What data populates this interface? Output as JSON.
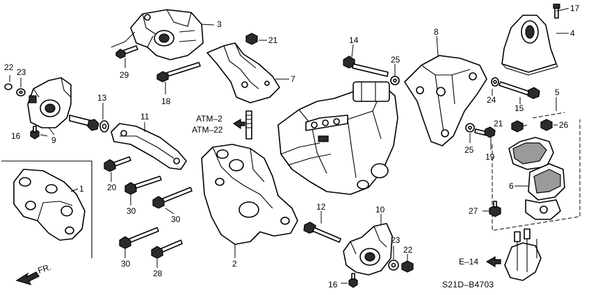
{
  "diagram": {
    "code": "S21D–B4703",
    "references": {
      "atm_2": "ATM–2",
      "atm_22": "ATM–22",
      "e_14": "E–14",
      "fr": "FR."
    },
    "callouts": {
      "c1": "1",
      "c2": "2",
      "c3": "3",
      "c4": "4",
      "c5": "5",
      "c6": "6",
      "c7": "7",
      "c8": "8",
      "c9": "9",
      "c10": "10",
      "c11": "11",
      "c12": "12",
      "c13": "13",
      "c14": "14",
      "c15": "15",
      "c16a": "16",
      "c16b": "16",
      "c17": "17",
      "c18": "18",
      "c19": "19",
      "c20": "20",
      "c21a": "21",
      "c21b": "21",
      "c22a": "22",
      "c22b": "22",
      "c23a": "23",
      "c23b": "23",
      "c24": "24",
      "c25a": "25",
      "c25b": "25",
      "c26": "26",
      "c27": "27",
      "c28": "28",
      "c29": "29",
      "c30a": "30",
      "c30b": "30",
      "c30c": "30"
    }
  }
}
